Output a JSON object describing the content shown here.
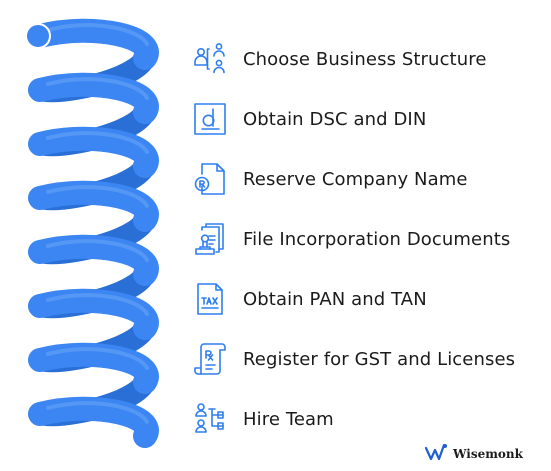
{
  "steps": [
    {
      "label": "Choose Business Structure",
      "icon": "people-structure-icon"
    },
    {
      "label": "Obtain DSC and DIN",
      "icon": "digital-signature-icon"
    },
    {
      "label": "Reserve Company Name",
      "icon": "registered-document-icon"
    },
    {
      "label": "File Incorporation Documents",
      "icon": "stamped-documents-icon"
    },
    {
      "label": "Obtain PAN and TAN",
      "icon": "tax-document-icon"
    },
    {
      "label": "Register for GST and Licenses",
      "icon": "rx-license-icon"
    },
    {
      "label": "Hire Team",
      "icon": "team-hierarchy-icon"
    }
  ],
  "brand": {
    "name": "Wisemonk",
    "icon": "wisemonk-logo-icon"
  },
  "colors": {
    "spring": "#3b86f2",
    "spring_shade": "#2a6fd6",
    "icon": "#2f7ff0",
    "text": "#1b1b1b"
  }
}
